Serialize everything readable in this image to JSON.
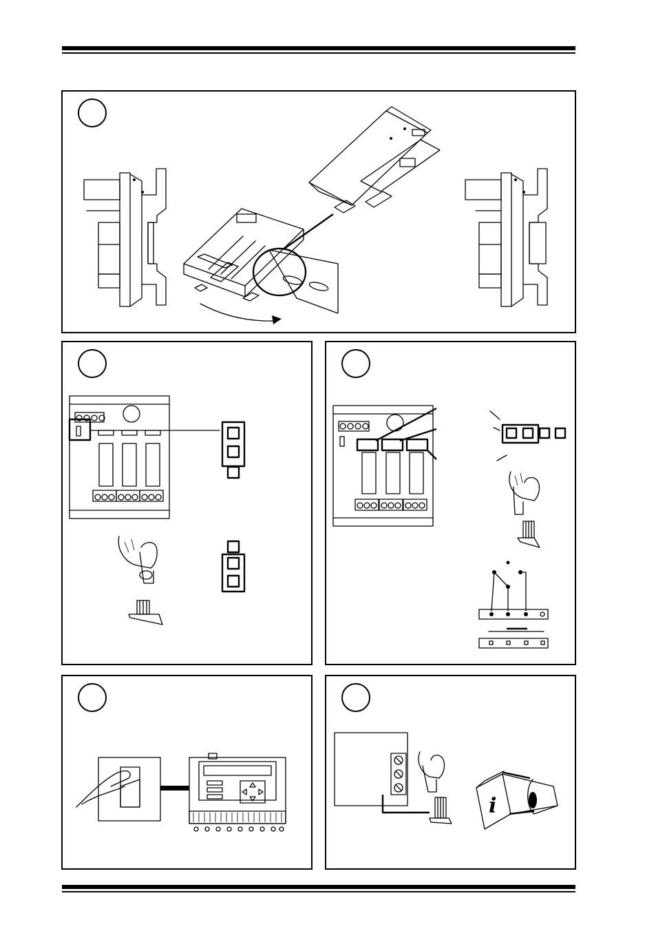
{
  "document": {
    "type": "installation-instructions-pictogram-sheet",
    "panels": [
      {
        "id": "mounting",
        "step_label": ""
      },
      {
        "id": "jumper-settings",
        "step_label": ""
      },
      {
        "id": "relay-config",
        "step_label": ""
      },
      {
        "id": "power-on",
        "step_label": ""
      },
      {
        "id": "wiring-manual",
        "step_label": ""
      }
    ],
    "icons": [
      "din-rail-icon",
      "relay-module-icon",
      "jumper-icon",
      "hand-icon",
      "switch-icon",
      "display-unit-icon",
      "manual-icon",
      "eye-icon"
    ],
    "info_symbol": "i"
  }
}
